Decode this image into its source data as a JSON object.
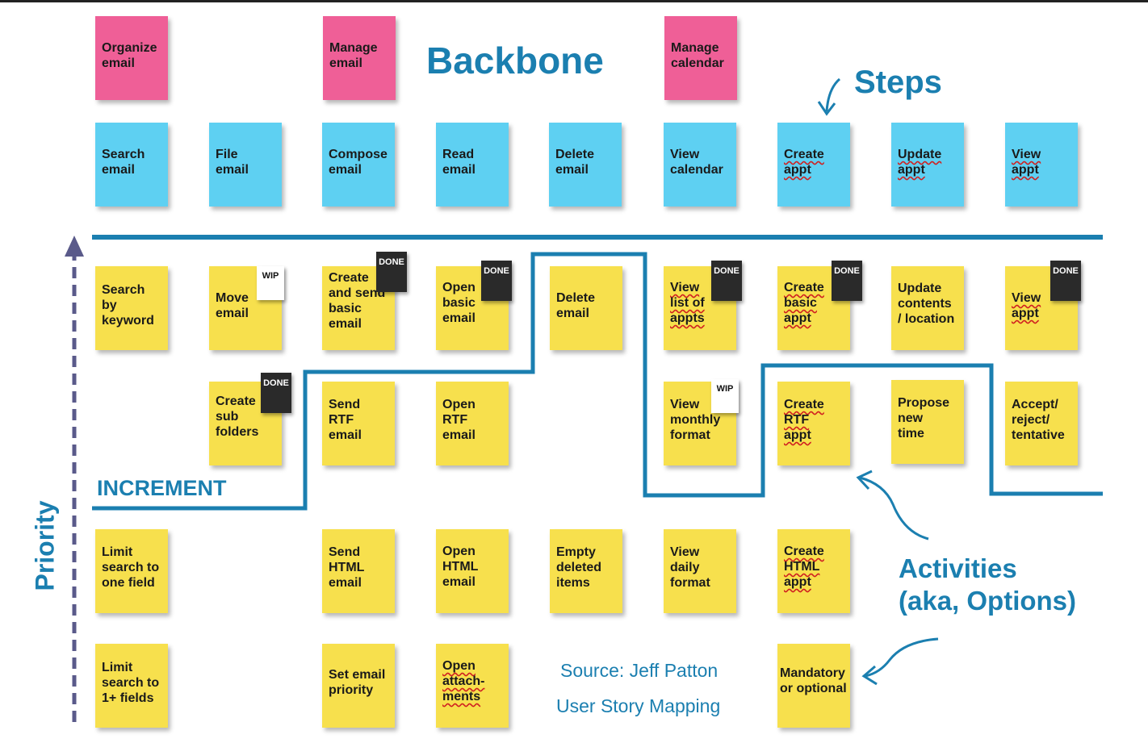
{
  "labels": {
    "backbone": "Backbone",
    "steps": "Steps",
    "increment": "INCREMENT",
    "priority": "Priority",
    "activities_line1": "Activities",
    "activities_line2": "(aka, Options)",
    "source_line1": "Source: Jeff Patton",
    "source_line2": "User Story Mapping"
  },
  "backbone_notes": {
    "organize_email": "Organize\nemail",
    "manage_email": "Manage\nemail",
    "manage_calendar": "Manage\ncalendar"
  },
  "step_notes": {
    "search_email": "Search\nemail",
    "file_email": "File\nemail",
    "compose_email": "Compose\nemail",
    "read_email": "Read\nemail",
    "delete_email": "Delete\nemail",
    "view_calendar": "View\ncalendar",
    "create_appt": "Create\nappt",
    "update_appt": "Update\nappt",
    "view_appt": "View\nappt"
  },
  "activity_notes": {
    "search_by_keyword": "Search\nby\nkeyword",
    "move_email": "Move\nemail",
    "create_send_basic": "Create\nand send\nbasic\nemail",
    "open_basic_email": "Open\nbasic\nemail",
    "delete_email": "Delete\nemail",
    "view_list_of_appts": "View\nlist of\nappts",
    "create_basic_appt": "Create\nbasic\nappt",
    "update_contents": "Update\ncontents\n/ location",
    "view_appt": "View\nappt",
    "create_sub_folders": "Create\nsub\nfolders",
    "send_rtf_email": "Send\nRTF\nemail",
    "open_rtf_email": "Open\nRTF\nemail",
    "view_monthly_format": "View\nmonthly\nformat",
    "create_rtf_appt": "Create\nRTF\nappt",
    "propose_new_time": "Propose\nnew\ntime",
    "accept_reject": "Accept/\nreject/\ntentative",
    "limit_search_one": "Limit\nsearch to\none field",
    "send_html_email": "Send\nHTML\nemail",
    "open_html_email": "Open\nHTML\nemail",
    "empty_deleted": "Empty\ndeleted\nitems",
    "view_daily_format": "View\ndaily\nformat",
    "create_html_appt": "Create\nHTML\nappt",
    "limit_search_many": "Limit\nsearch to\n1+ fields",
    "set_email_priority": "Set email\npriority",
    "open_attachments": "Open\nattach-\nments",
    "mandatory_optional": "Mandatory\nor optional"
  },
  "status_tags": {
    "done": "DONE",
    "wip": "WIP"
  },
  "colors": {
    "backbone_note": "#ef5f97",
    "step_note": "#5ed0f2",
    "activity_note": "#f7e04d",
    "accent_blue": "#1b7fb0",
    "priority_arrow": "#5a5a8a"
  }
}
